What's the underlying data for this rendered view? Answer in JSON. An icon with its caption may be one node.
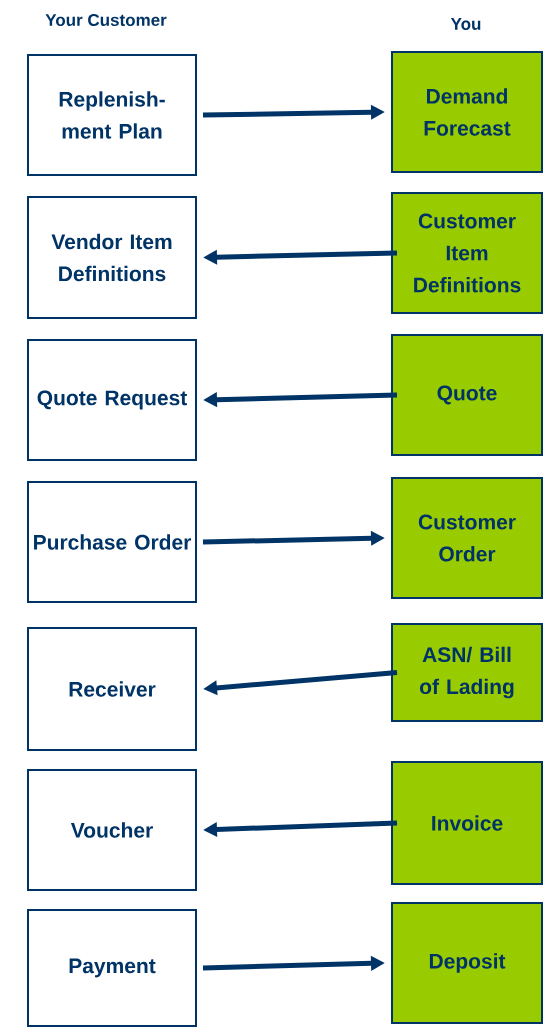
{
  "diagram": {
    "nodes": [
      {
        "text": [
          "Replenish-ment Plan"
        ]
      },
      {
        "text": [
          "Demand Forecast"
        ]
      },
      {
        "text": [
          "Vendor Item Definitions"
        ]
      },
      {
        "text": [
          "Customer Item Definitions"
        ]
      },
      {
        "text": [
          "Quote Request"
        ]
      },
      {
        "text": [
          "Quote"
        ]
      },
      {
        "text": [
          "Purchase Order"
        ]
      },
      {
        "text": [
          "Customer Order"
        ]
      },
      {
        "text": [
          "Receiver"
        ]
      },
      {
        "text": [
          "ASN/ Bill of Lading"
        ]
      },
      {
        "text": [
          "Voucher"
        ]
      },
      {
        "text": [
          "Invoice"
        ]
      },
      {
        "text": [
          "Payment"
        ]
      },
      {
        "text": [
          "Deposit"
        ]
      }
    ],
    "edges": [
      {
        "from": 0,
        "to": 1,
        "arrow": "to"
      },
      {
        "from": 3,
        "to": 2,
        "arrow": "to"
      },
      {
        "from": 5,
        "to": 4,
        "arrow": "to"
      },
      {
        "from": 6,
        "to": 7,
        "arrow": "to"
      },
      {
        "from": 9,
        "to": 8,
        "arrow": "to"
      },
      {
        "from": 11,
        "to": 10,
        "arrow": "to"
      },
      {
        "from": 12,
        "to": 13,
        "arrow": "to"
      }
    ],
    "labels": [
      "Your Customer",
      "You"
    ]
  }
}
